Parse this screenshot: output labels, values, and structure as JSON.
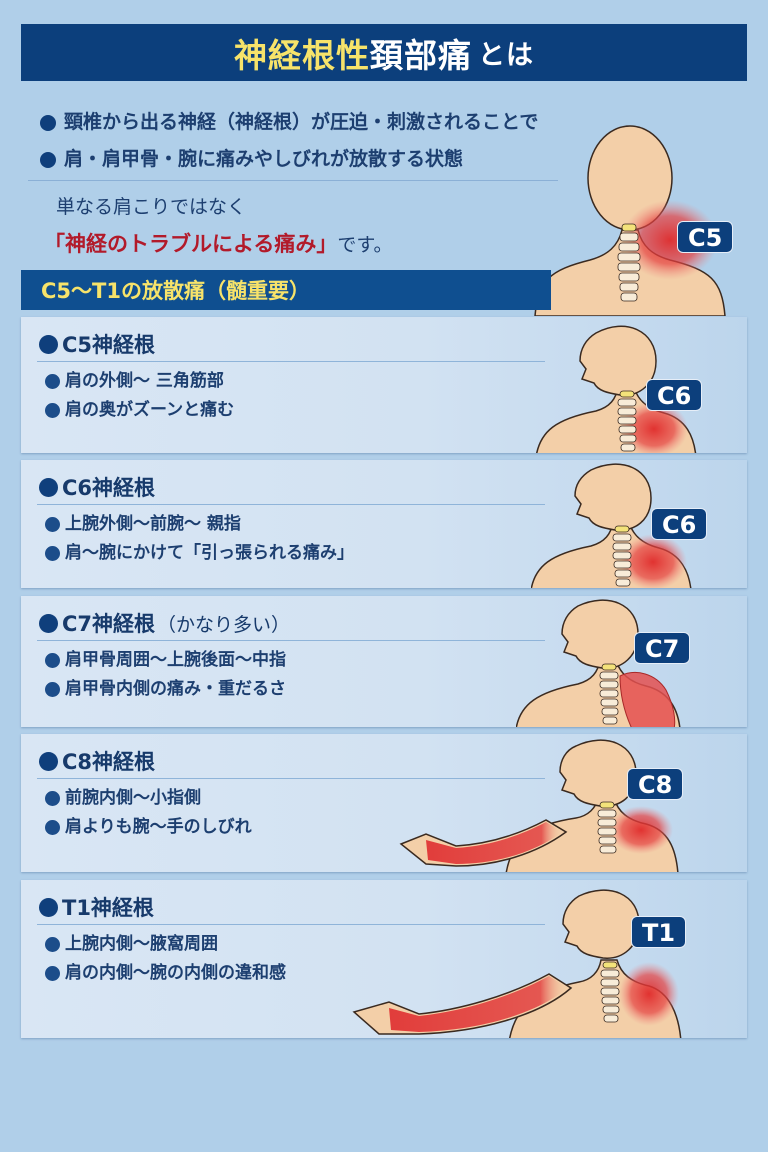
{
  "title": {
    "highlight": "神経根性",
    "main": "頚部痛",
    "suffix": "とは"
  },
  "intro": {
    "bullets": [
      "頸椎から出る神経（神経根）が圧迫・刺激されることで",
      "肩・肩甲骨・腕に痛みやしびれが放散する状態"
    ],
    "sub": "単なる肩こりではなく",
    "emphasis": "「神経のトラブルによる痛み」",
    "emphasis_tail": "です。",
    "figure_label": "C5"
  },
  "section": {
    "title": "C5〜T1の放散痛（髄重要）"
  },
  "colors": {
    "navy": "#0c3f7c",
    "yellow": "#f7e36a",
    "red": "#b21a2a",
    "background": "#b0cfe9",
    "pain": "#e03a3a",
    "skin": "#f3cfa8"
  },
  "cards": [
    {
      "heading": "C5神経根",
      "note": "",
      "items": [
        "肩の外側〜 三角筋部",
        "肩の奥がズーンと痛む"
      ],
      "figure_label": "C6"
    },
    {
      "heading": "C6神経根",
      "note": "",
      "items": [
        "上腕外側〜前腕〜 親指",
        "肩〜腕にかけて「引っ張られる痛み」"
      ],
      "figure_label": "C6"
    },
    {
      "heading": "C7神経根",
      "note": "（かなり多い）",
      "items": [
        "肩甲骨周囲〜上腕後面〜中指",
        "肩甲骨内側の痛み・重だるさ"
      ],
      "figure_label": "C7"
    },
    {
      "heading": "C8神経根",
      "note": "",
      "items": [
        "前腕内側〜小指側",
        "肩よりも腕〜手のしびれ"
      ],
      "figure_label": "C8"
    },
    {
      "heading": "T1神経根",
      "note": "",
      "items": [
        "上腕内側〜腋窩周囲",
        "肩の内側〜腕の内側の違和感"
      ],
      "figure_label": "T1"
    }
  ]
}
